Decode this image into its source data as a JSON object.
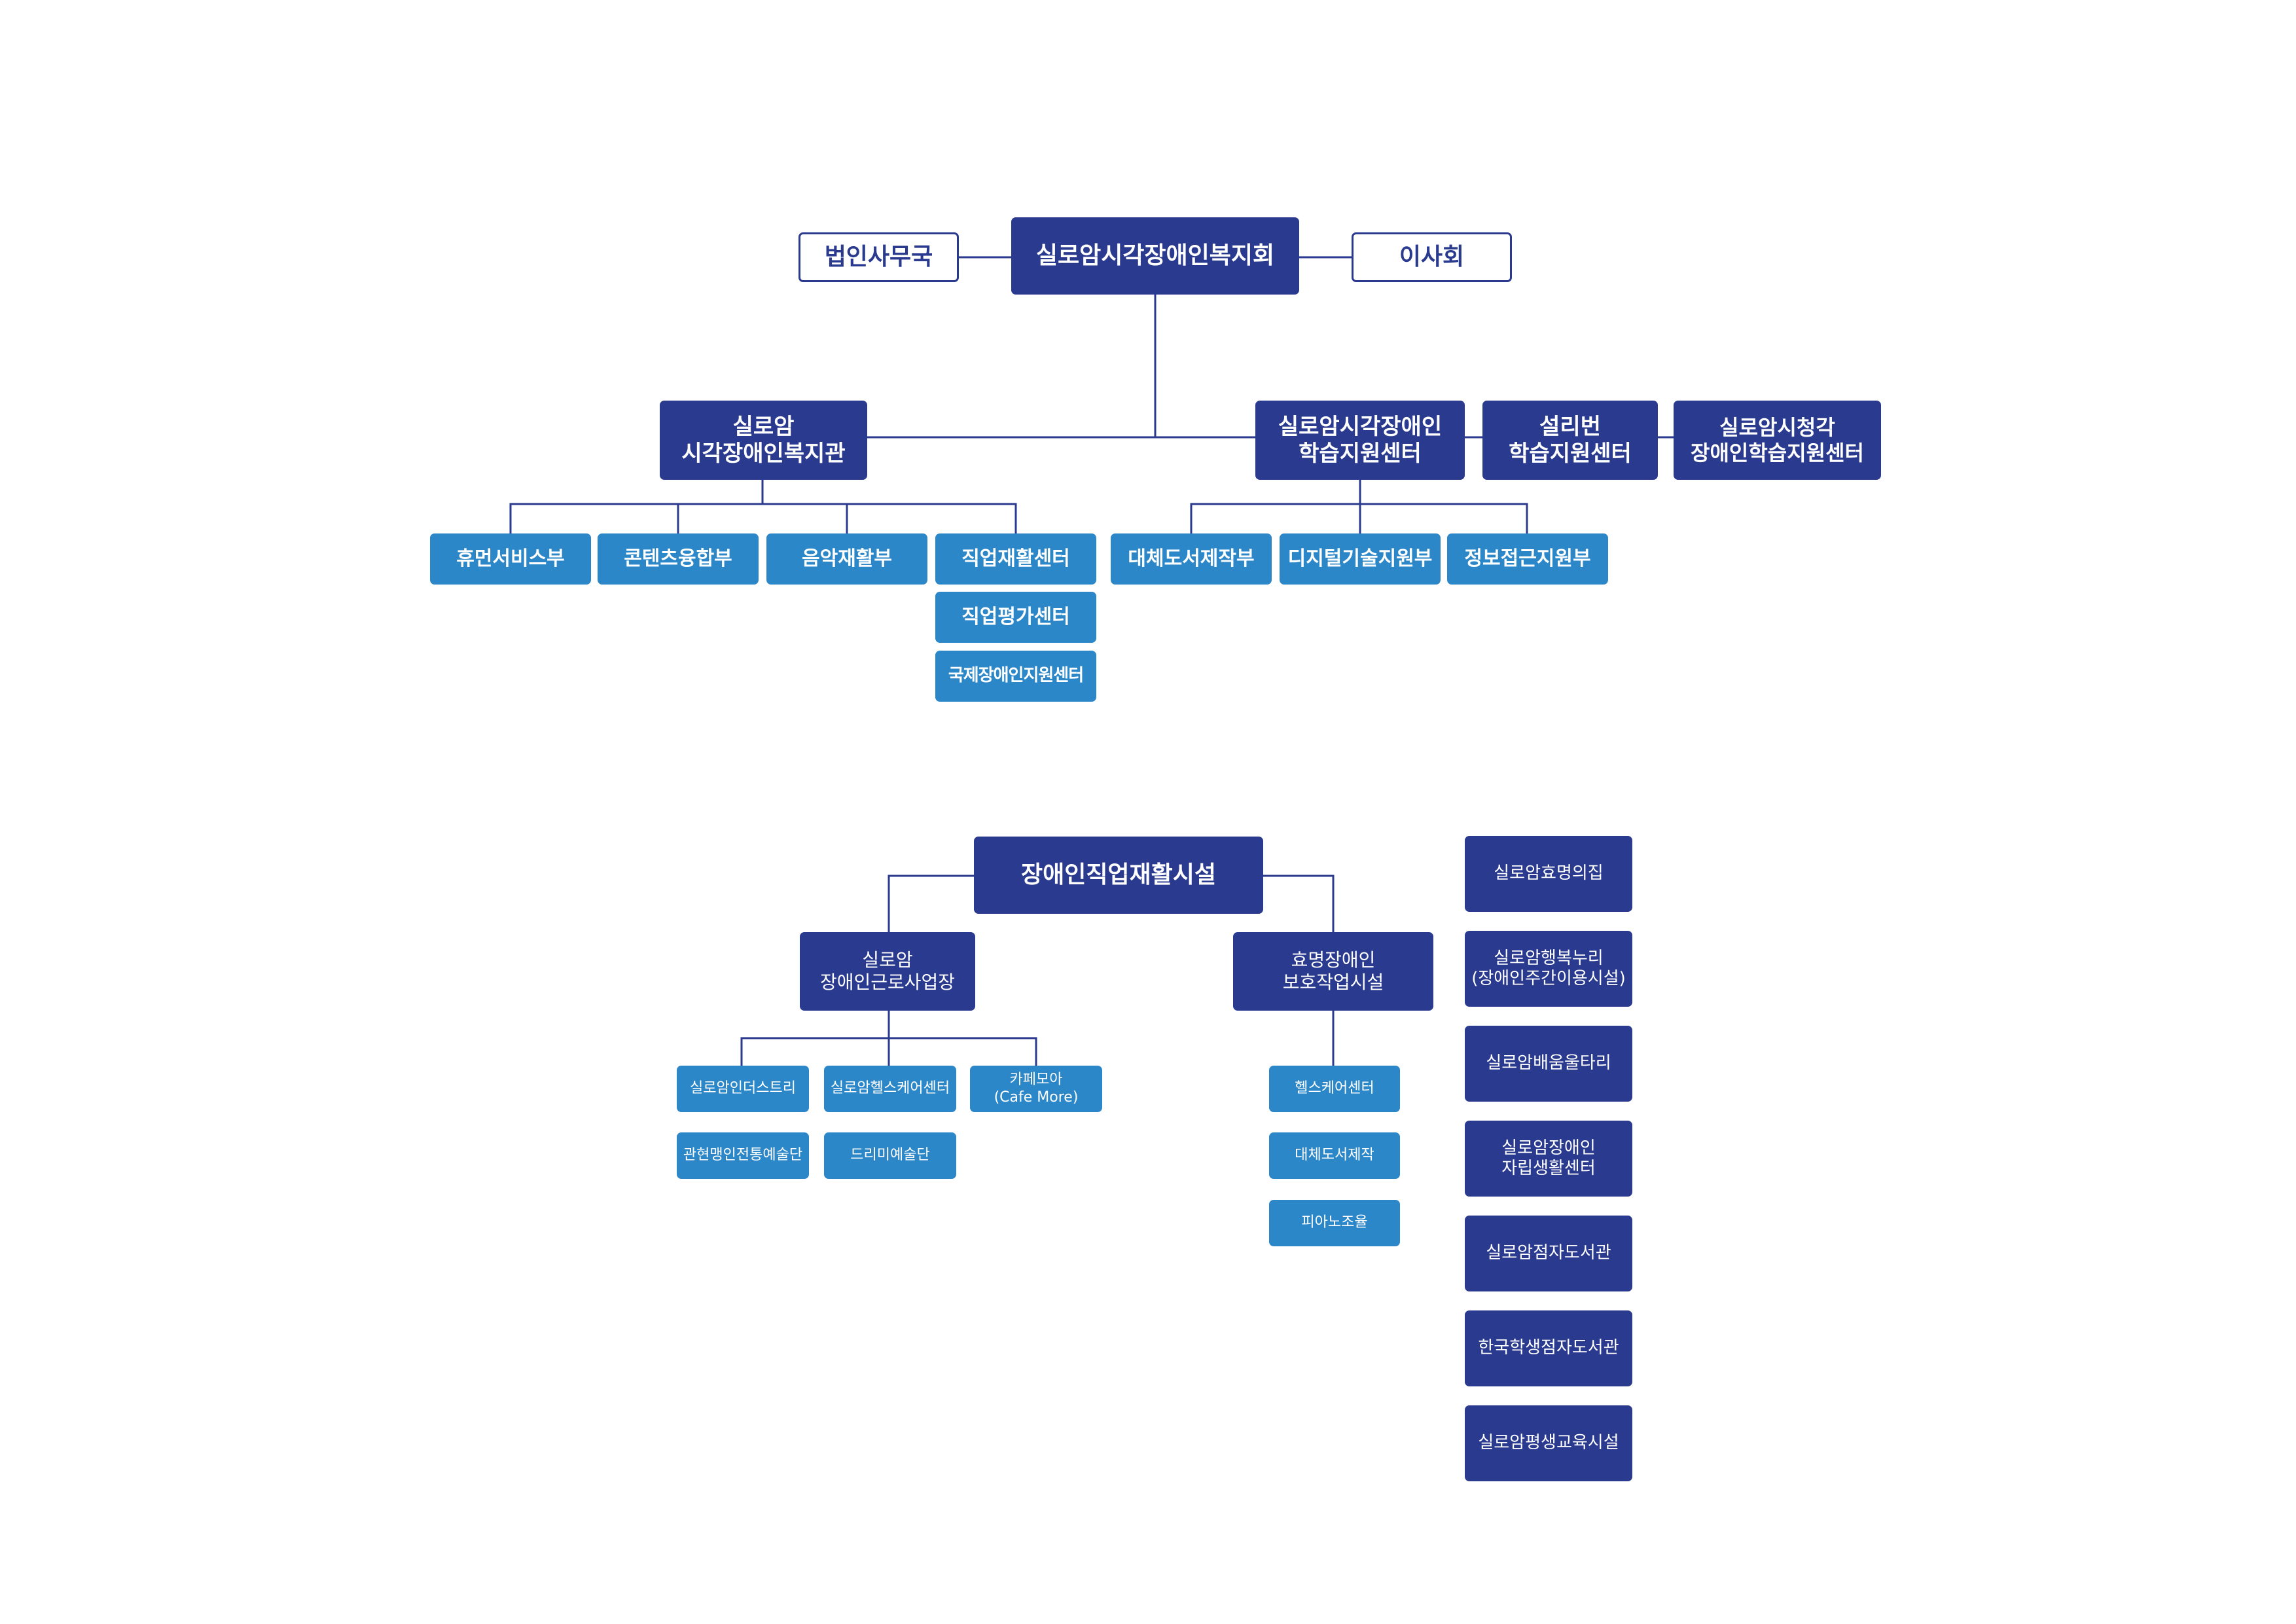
{
  "top": {
    "root": "실로암시각장애인복지회",
    "left": "법인사무국",
    "right": "이사회"
  },
  "level2": {
    "welfare": "실로암\n시각장애인복지관",
    "learning": "실로암시각장애인\n학습지원센터",
    "seolliburn": "설리번\n학습지원센터",
    "hearing": "실로암시청각\n장애인학습지원센터"
  },
  "welfare_depts": {
    "humen": "휴먼서비스부",
    "contents": "콘텐츠융합부",
    "music": "음악재활부",
    "vocational": "직업재활센터",
    "evaluation": "직업평가센터",
    "international": "국제장애인지원센터"
  },
  "learning_depts": {
    "alt_books": "대체도서제작부",
    "digital": "디지털기술지원부",
    "info_access": "정보접근지원부"
  },
  "facility": {
    "root": "장애인직업재활시설",
    "workplace": "실로암\n장애인근로사업장",
    "sheltered": "효명장애인\n보호작업시설"
  },
  "workplace_units": {
    "industry": "실로암인더스트리",
    "healthcare": "실로암헬스케어센터",
    "cafe": "카페모아\n(Cafe More)",
    "arts": "관현맹인전통예술단",
    "dreamy": "드리미예술단"
  },
  "sheltered_units": {
    "health": "헬스케어센터",
    "alt_books": "대체도서제작",
    "piano": "피아노조율"
  },
  "side_list": [
    "실로암효명의집",
    "실로암행복누리\n(장애인주간이용시설)",
    "실로암배움울타리",
    "실로암장애인\n자립생활센터",
    "실로암점자도서관",
    "한국학생점자도서관",
    "실로암평생교육시설"
  ],
  "colors": {
    "navy": "#2a3a8f",
    "blue": "#2c87c9",
    "background": "#ffffff"
  }
}
